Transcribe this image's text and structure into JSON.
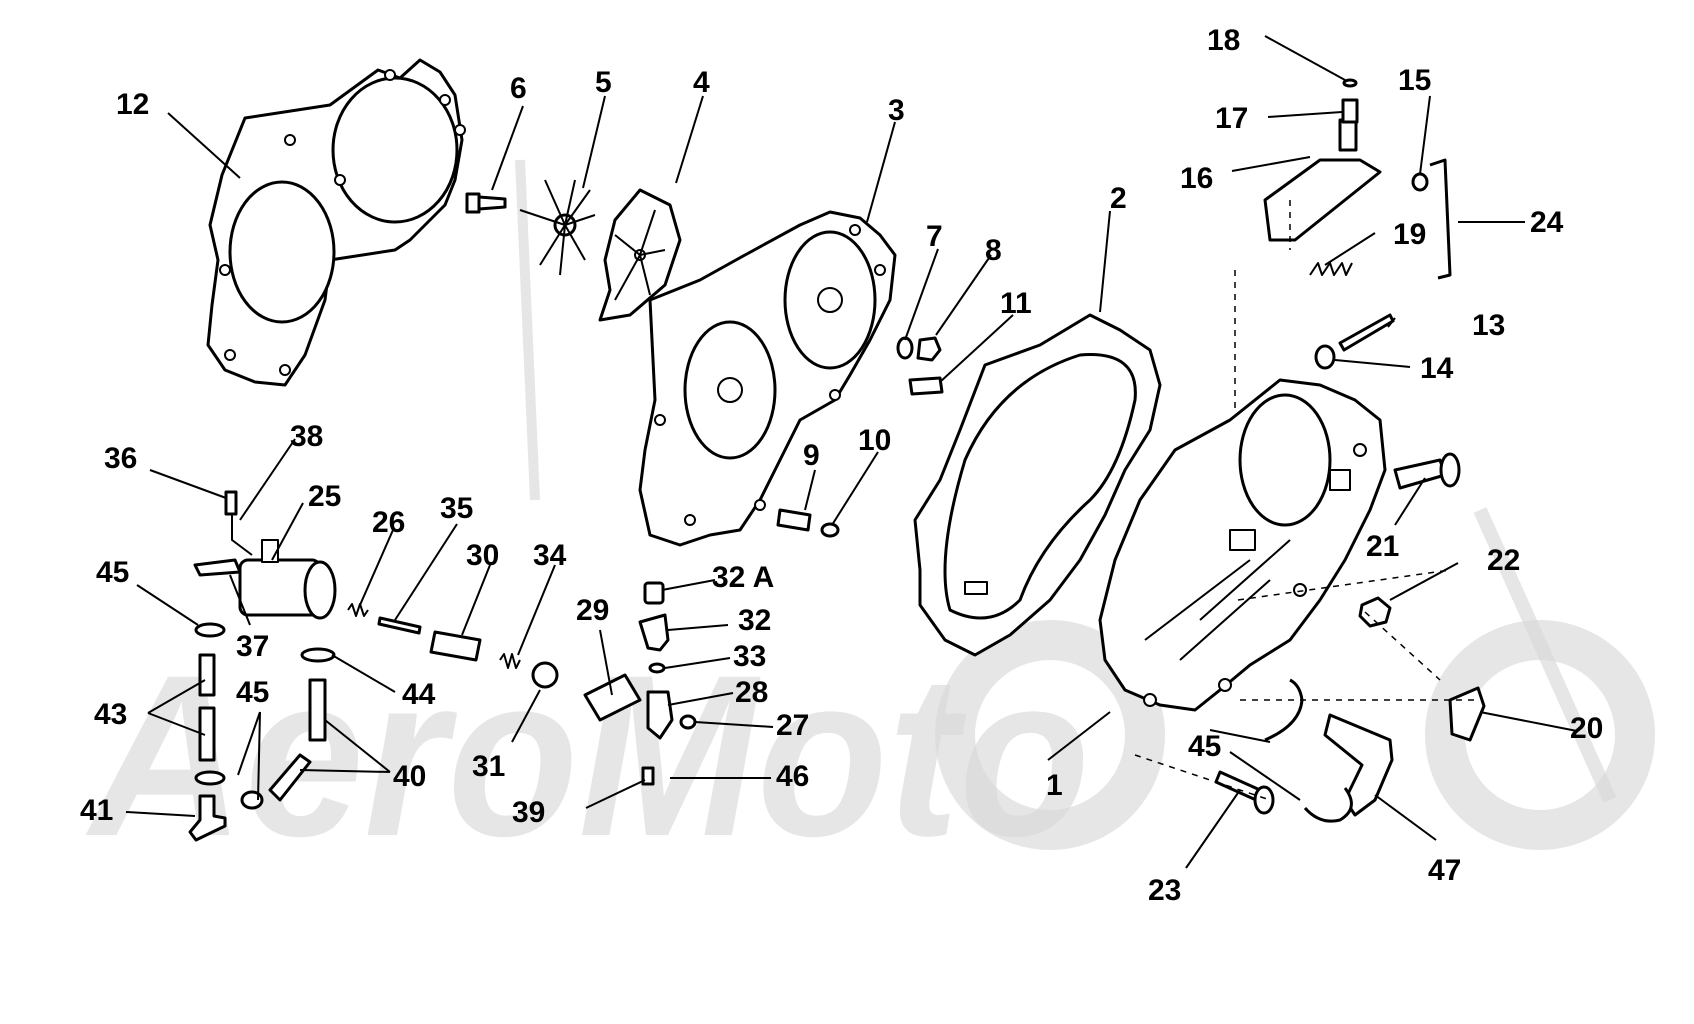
{
  "watermark": {
    "text": "AeroMoto",
    "color": "#d9d9d9"
  },
  "diagram": {
    "callouts": {
      "c1": "1",
      "c2": "2",
      "c3": "3",
      "c4": "4",
      "c5": "5",
      "c6": "6",
      "c7": "7",
      "c8": "8",
      "c9": "9",
      "c10": "10",
      "c11": "11",
      "c12": "12",
      "c13": "13",
      "c14": "14",
      "c15": "15",
      "c16": "16",
      "c17": "17",
      "c18": "18",
      "c19": "19",
      "c20": "20",
      "c21": "21",
      "c22": "22",
      "c23": "23",
      "c24": "24",
      "c25": "25",
      "c26": "26",
      "c27": "27",
      "c28": "28",
      "c29": "29",
      "c30": "30",
      "c31": "31",
      "c32": "32",
      "c32a": "32 A",
      "c33": "33",
      "c34": "34",
      "c35": "35",
      "c36": "36",
      "c37": "37",
      "c38": "38",
      "c39": "39",
      "c40": "40",
      "c41": "41",
      "c43": "43",
      "c44": "44",
      "c45a": "45",
      "c45b": "45",
      "c45c": "45",
      "c46": "46",
      "c47": "47"
    }
  }
}
